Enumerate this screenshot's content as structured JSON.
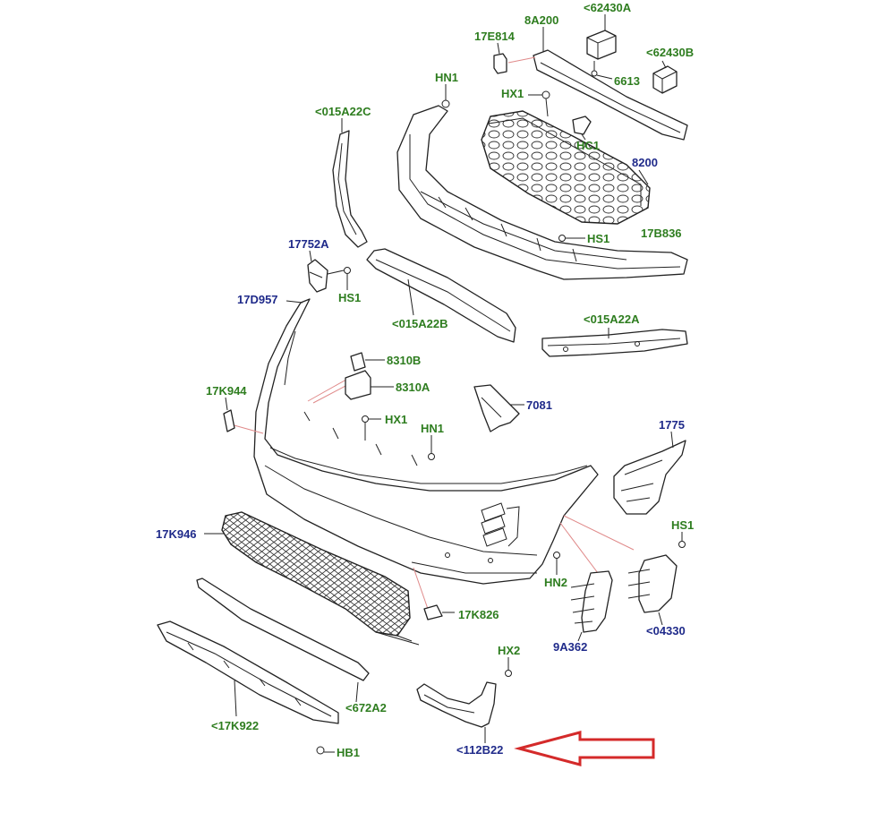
{
  "labels": {
    "p8A200": "8A200",
    "p62430A": "<62430A",
    "p17E814": "17E814",
    "p62430B": "<62430B",
    "p6613": "6613",
    "pHN1a": "HN1",
    "pHX1a": "HX1",
    "p015A22C": "<015A22C",
    "pHC1": "HC1",
    "p8200": "8200",
    "pHS1a": "HS1",
    "p17B836": "17B836",
    "p17752A": "17752A",
    "pHS1b": "HS1",
    "p17D957": "17D957",
    "p015A22B": "<015A22B",
    "p015A22A": "<015A22A",
    "p8310B": "8310B",
    "p8310A": "8310A",
    "p17K944": "17K944",
    "p7081": "7081",
    "pHX1b": "HX1",
    "pHN1b": "HN1",
    "p1775": "1775",
    "pHS1c": "HS1",
    "p17K946": "17K946",
    "pHN2": "HN2",
    "p17K826": "17K826",
    "p9A362": "9A362",
    "p04330": "<04330",
    "pHX2": "HX2",
    "p672A2": "<672A2",
    "p17K922": "<17K922",
    "pHB1": "HB1",
    "p112B22": "<112B22"
  },
  "colors": {
    "green_label": "#2e7d1f",
    "blue_label": "#1f2a8a",
    "highlight_arrow": "#d42a2a"
  }
}
